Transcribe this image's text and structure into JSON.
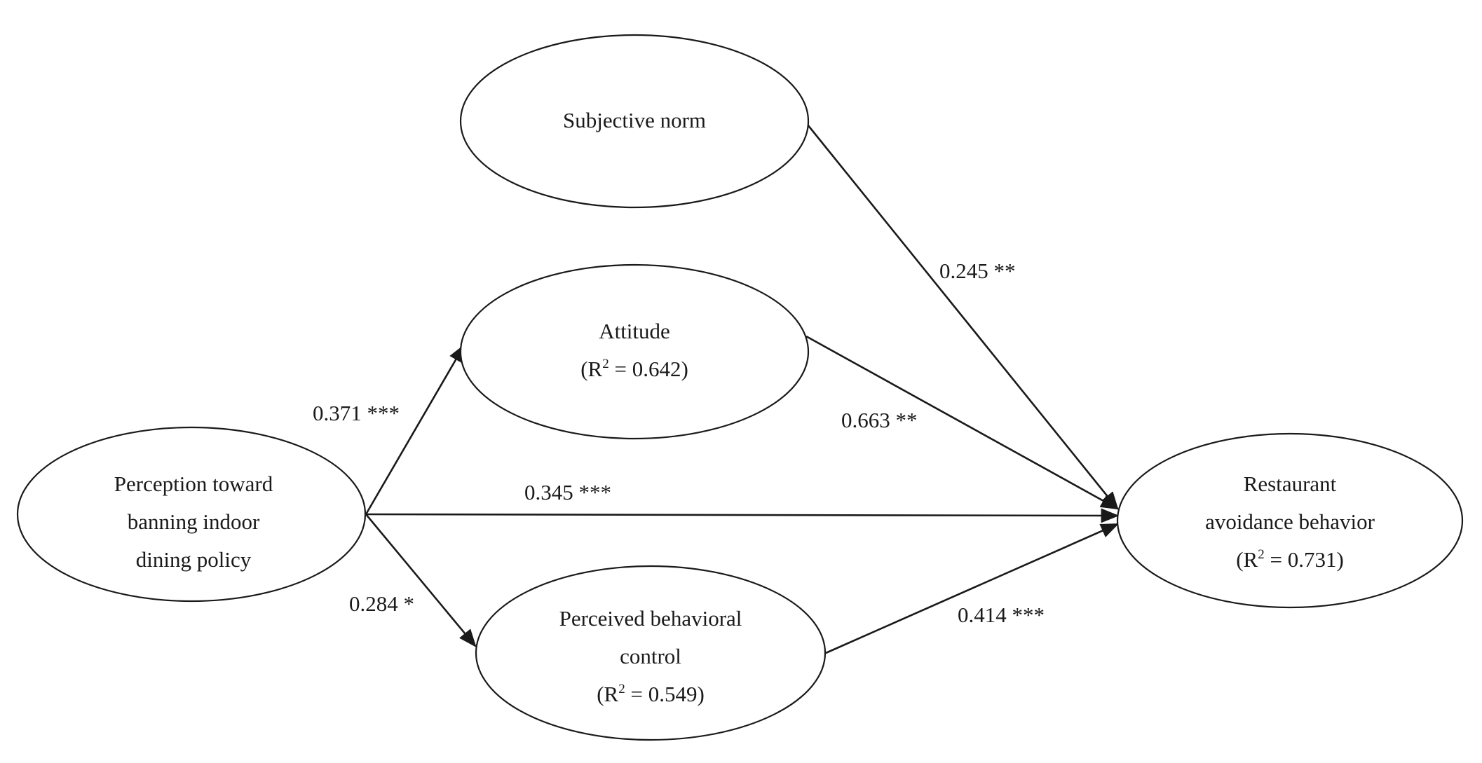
{
  "diagram": {
    "nodes": {
      "perception": {
        "lines": [
          "Perception toward",
          "banning indoor",
          "dining policy"
        ],
        "r2": null
      },
      "subjective_norm": {
        "lines": [
          "Subjective norm"
        ],
        "r2": null
      },
      "attitude": {
        "lines": [
          "Attitude"
        ],
        "r2": "0.642"
      },
      "pbc": {
        "lines": [
          "Perceived behavioral",
          "control"
        ],
        "r2": "0.549"
      },
      "restaurant": {
        "lines": [
          "Restaurant",
          "avoidance behavior"
        ],
        "r2": "0.731"
      }
    },
    "r2_prefix": "(R",
    "r2_sup": "2",
    "r2_mid": " = ",
    "r2_suffix": ")",
    "paths": [
      {
        "from": "subjective_norm",
        "to": "restaurant",
        "label": "0.245 **"
      },
      {
        "from": "perception",
        "to": "attitude",
        "label": "0.371 ***"
      },
      {
        "from": "attitude",
        "to": "restaurant",
        "label": "0.663 **"
      },
      {
        "from": "perception",
        "to": "restaurant",
        "label": "0.345 ***"
      },
      {
        "from": "perception",
        "to": "pbc",
        "label": "0.284 *"
      },
      {
        "from": "pbc",
        "to": "restaurant",
        "label": "0.414 ***"
      }
    ]
  }
}
